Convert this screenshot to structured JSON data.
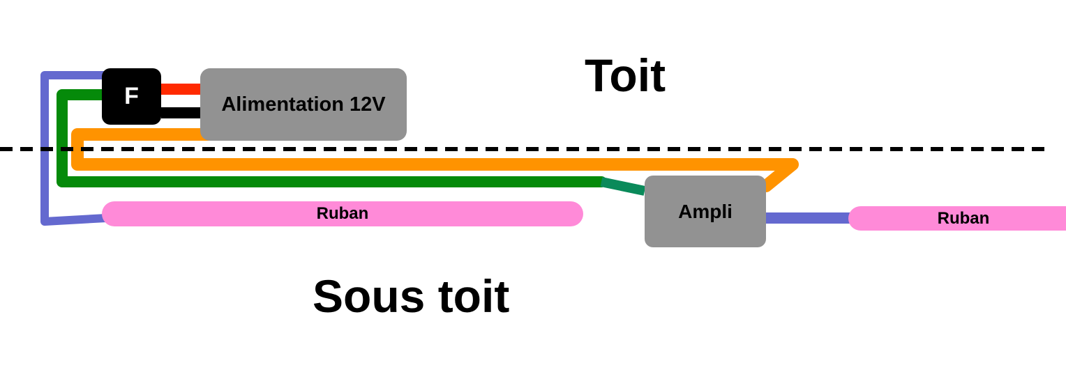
{
  "zones": {
    "roof": "Toit",
    "under_roof": "Sous toit"
  },
  "components": {
    "fuse": "F",
    "power_supply": "Alimentation 12V",
    "amplifier": "Ampli",
    "strip_left": "Ruban",
    "strip_right": "Ruban"
  },
  "wire_colors": {
    "blue": "#6469cf",
    "green": "#058a0a",
    "teal": "#0a8a5a",
    "orange": "#ff9300",
    "red": "#ff2a00",
    "black": "#000000",
    "box_gray": "#929292",
    "strip_pink": "#ff8ad8"
  }
}
